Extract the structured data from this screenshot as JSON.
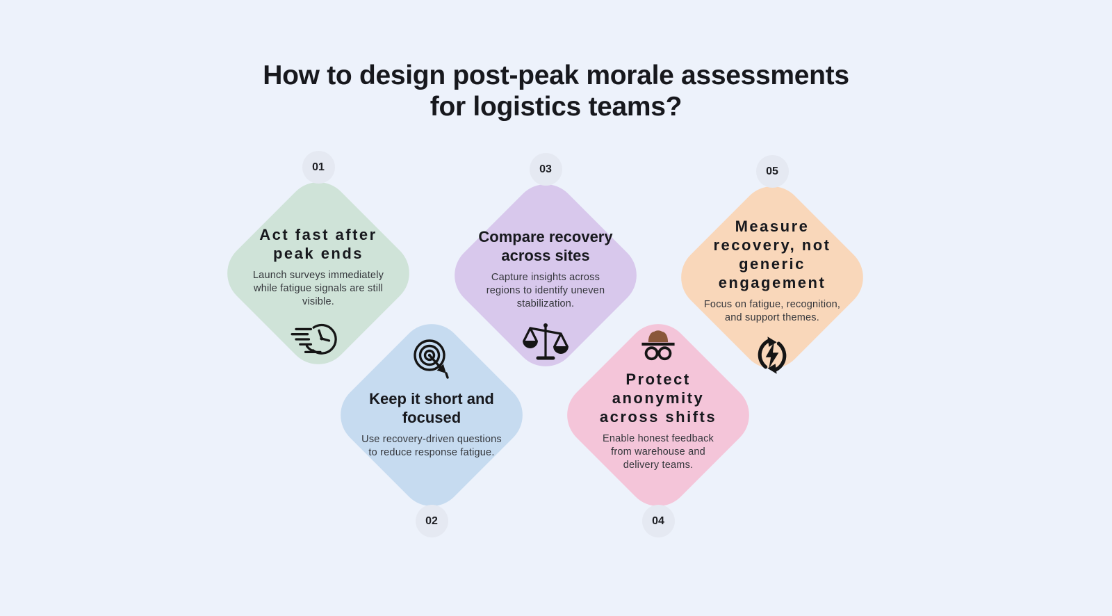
{
  "title": "How to design post-peak morale assessments\nfor logistics teams?",
  "colors": {
    "background": "#edf2fb",
    "badge": "#e5e9f2",
    "heading_text": "#17181d",
    "body_text": "#33353a",
    "icon_stroke": "#151515",
    "hat_brown": "#8a573a"
  },
  "cards": [
    {
      "number": "01",
      "title": "Act fast after\npeak ends",
      "body": "Launch surveys immediately\nwhile fatigue signals are still\nvisible.",
      "icon": "speed-clock-icon",
      "color": "#cfe3d8"
    },
    {
      "number": "02",
      "title": "Keep it short and\nfocused",
      "body": "Use recovery-driven questions\nto reduce response fatigue.",
      "icon": "target-dart-icon",
      "color": "#c6dbf0"
    },
    {
      "number": "03",
      "title": "Compare recovery\nacross sites",
      "body": "Capture insights across\nregions to identify uneven\nstabilization.",
      "icon": "scales-icon",
      "color": "#d8c8ec"
    },
    {
      "number": "04",
      "title": "Protect\nanonymity\nacross shifts",
      "body": "Enable honest feedback\nfrom warehouse and\ndelivery teams.",
      "icon": "incognito-icon",
      "color": "#f4c5d9"
    },
    {
      "number": "05",
      "title": "Measure\nrecovery, not\ngeneric\nengagement",
      "body": "Focus on fatigue, recognition,\nand support themes.",
      "icon": "bolt-refresh-icon",
      "color": "#f9d7ba"
    }
  ]
}
